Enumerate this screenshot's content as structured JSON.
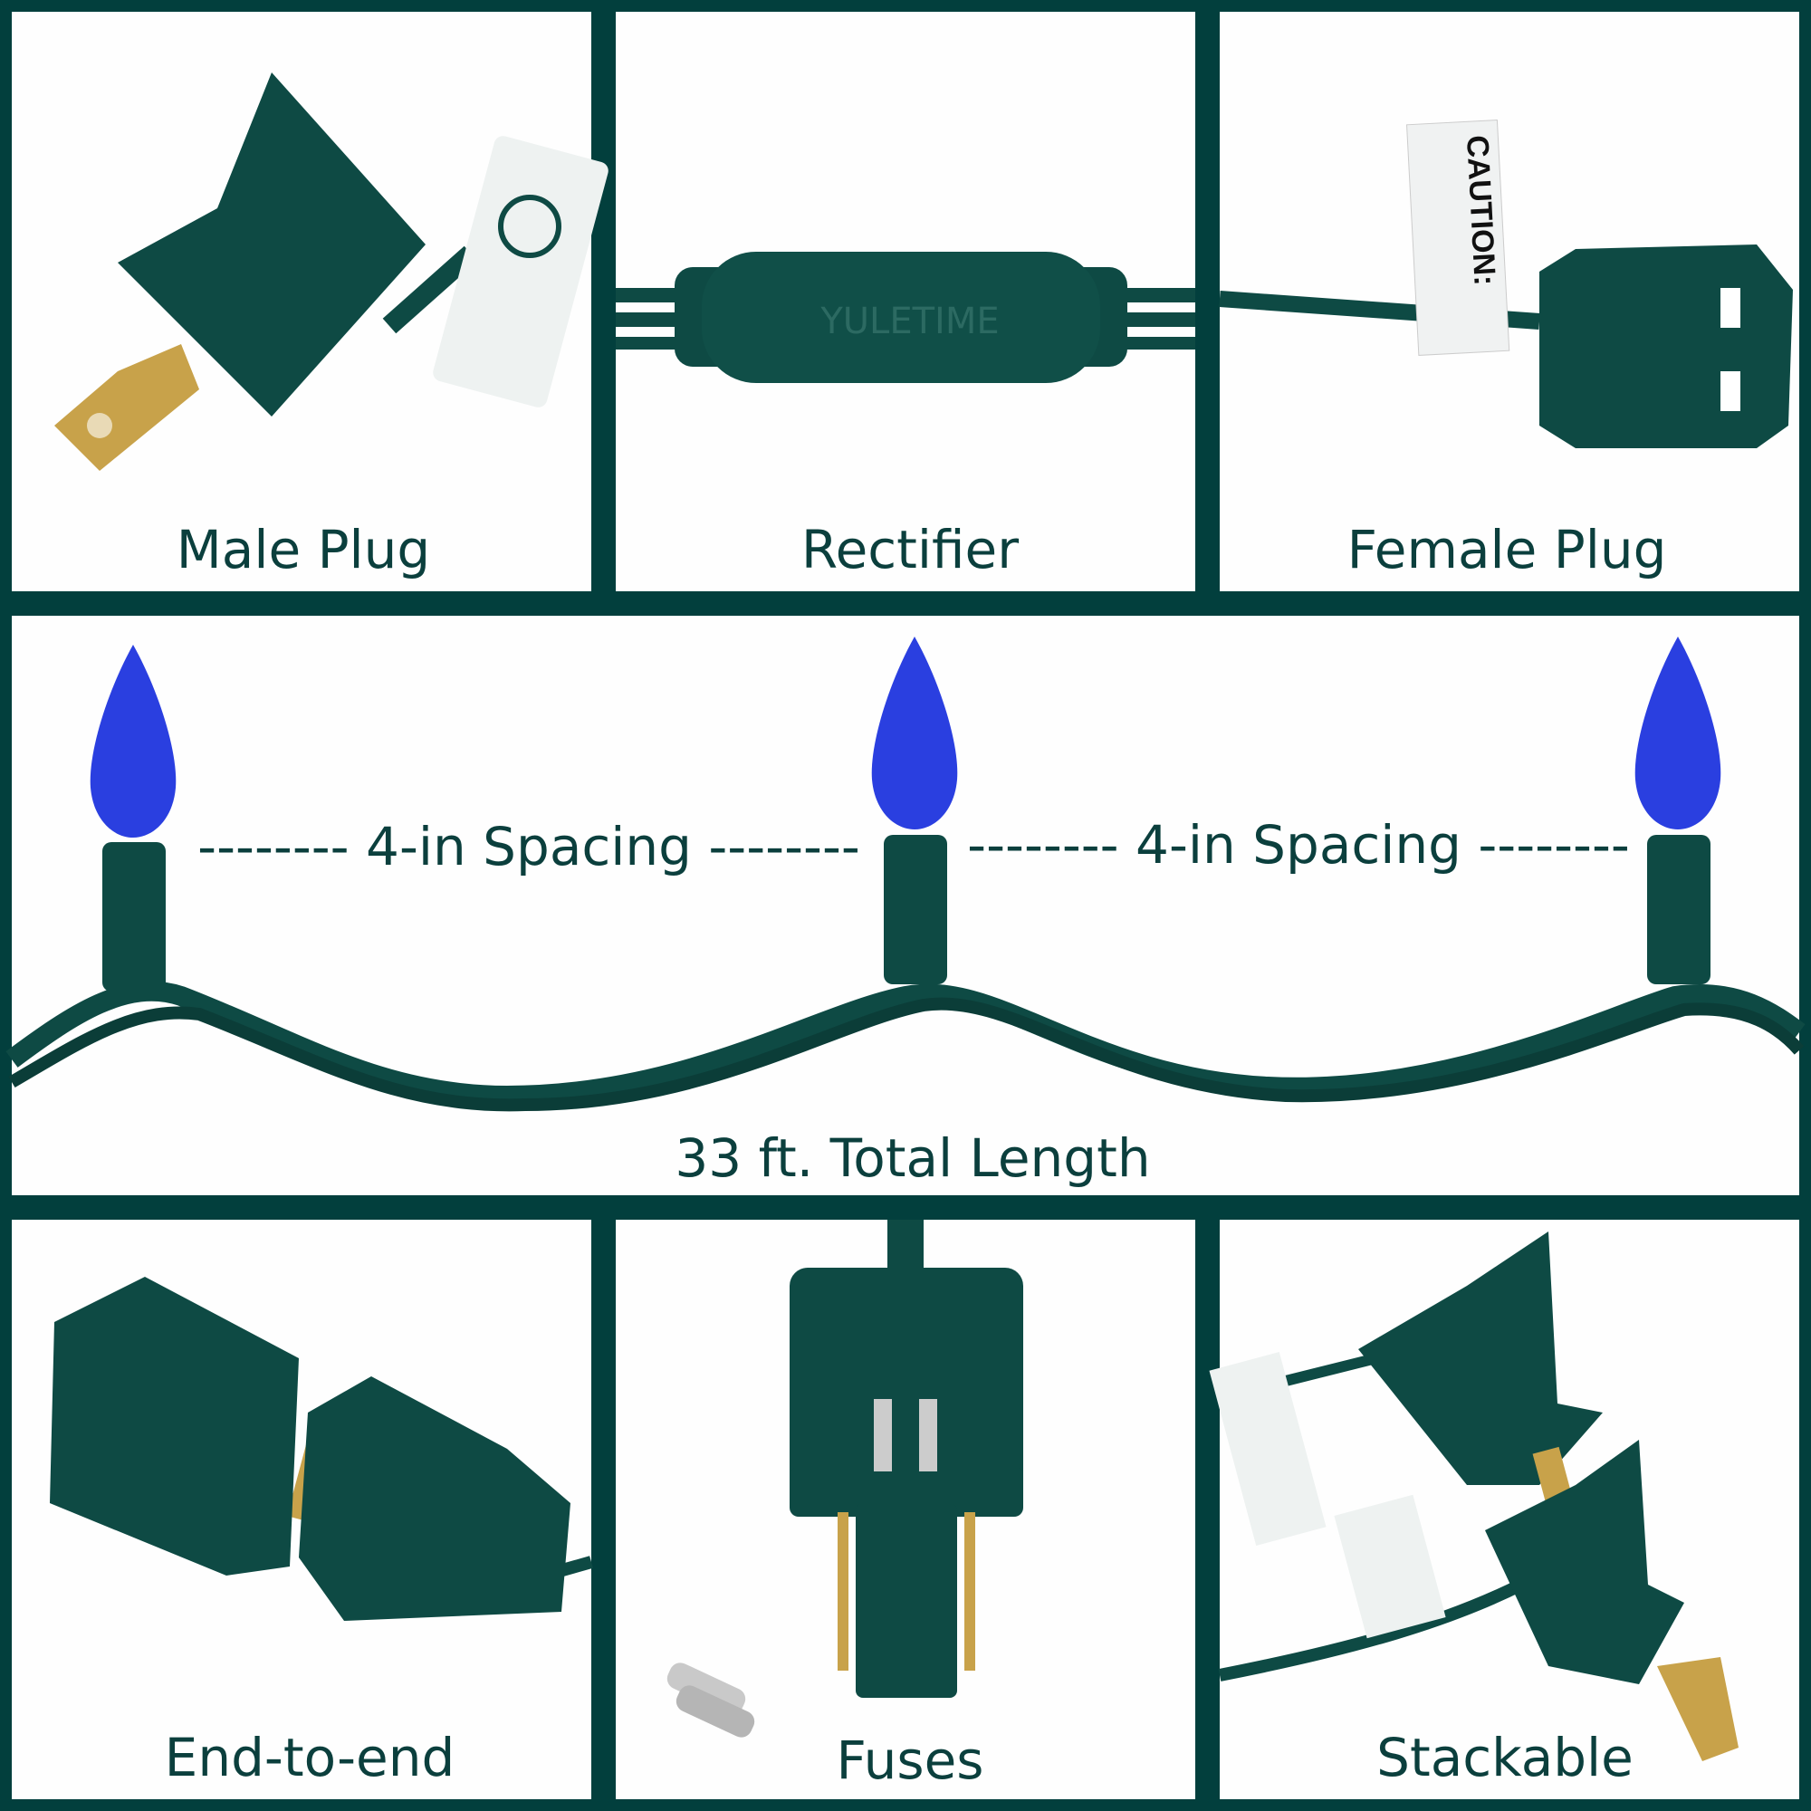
{
  "top_row": {
    "male_plug": {
      "label": "Male Plug"
    },
    "rectifier": {
      "label": "Rectifier",
      "brand_logo": "YULETIME"
    },
    "female_plug": {
      "label": "Female Plug",
      "tag_text": "CAUTION:"
    }
  },
  "middle_row": {
    "spacing_left": "-------- 4-in Spacing --------",
    "spacing_right": "-------- 4-in Spacing --------",
    "total_length": "33 ft. Total Length"
  },
  "bottom_row": {
    "end_to_end": {
      "label": "End-to-end"
    },
    "fuses": {
      "label": "Fuses"
    },
    "stackable": {
      "label": "Stackable"
    }
  },
  "colors": {
    "frame": "#023f3d",
    "wire": "#0e4a44",
    "bulb": "#2a3fe0",
    "text": "#0b3f3d",
    "prong": "#c8a24a"
  }
}
